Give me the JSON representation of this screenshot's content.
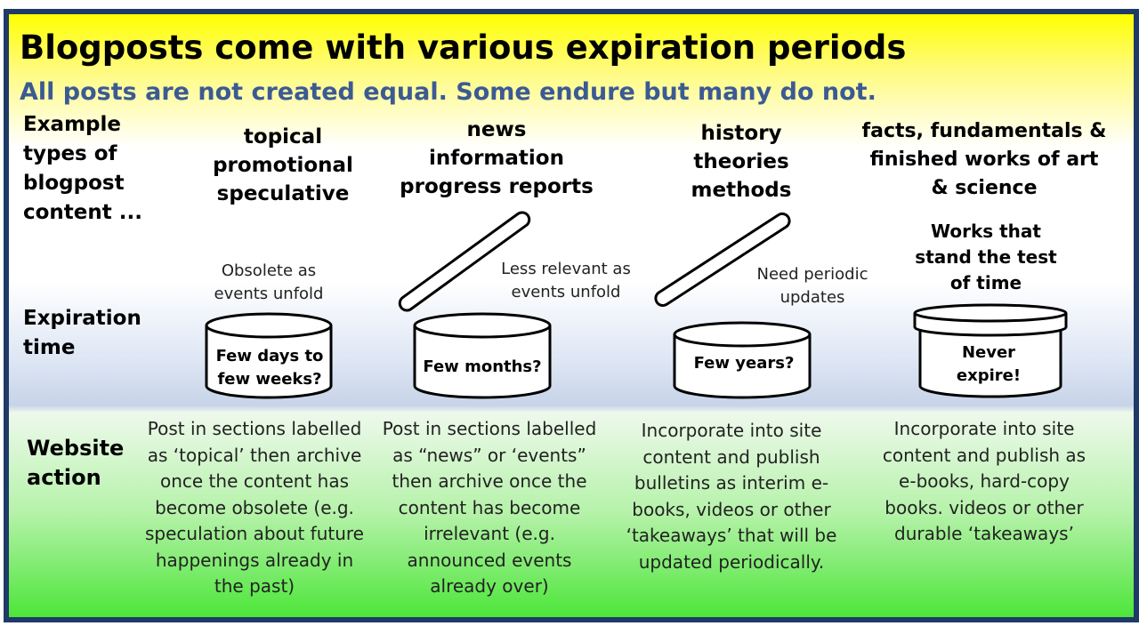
{
  "title": "Blogposts come with various expiration periods",
  "subtitle": "All posts are not created equal. Some endure but many do not.",
  "row_labels": {
    "types": [
      "Example",
      "types of",
      "blogpost",
      "content ..."
    ],
    "expiration": [
      "Expiration",
      "time"
    ],
    "action": [
      "Website",
      "action"
    ]
  },
  "columns": [
    {
      "category": [
        "topical",
        "promotional",
        "speculative"
      ],
      "note": [
        "Obsolete as",
        "events unfold"
      ],
      "expiry": [
        "Few days to",
        "few weeks?"
      ],
      "action": [
        "Post in sections labelled",
        "as ‘topical’ then archive",
        "once the content has",
        "become obsolete (e.g.",
        "speculation about future",
        "happenings already in",
        "the past)"
      ]
    },
    {
      "category": [
        "news",
        "information",
        "progress reports"
      ],
      "note": [
        "Less relevant as",
        "events unfold"
      ],
      "expiry": [
        "Few months?"
      ],
      "action": [
        "Post in sections labelled",
        "as “news” or ‘events”",
        "then archive once the",
        "content has become",
        "irrelevant (e.g.",
        "announced events",
        "already over)"
      ]
    },
    {
      "category": [
        "history",
        "theories",
        "methods"
      ],
      "note": [
        "Need periodic",
        "updates"
      ],
      "expiry": [
        "Few years?"
      ],
      "action": [
        "Incorporate into site",
        "content and publish",
        "bulletins as interim e-",
        "books, videos or other",
        "‘takeaways’ that will be",
        "updated periodically."
      ]
    },
    {
      "category": [
        "facts, fundamentals &",
        "finished works of art",
        "& science"
      ],
      "note": [
        "Works that",
        "stand the test",
        "of time"
      ],
      "expiry": [
        "Never",
        "expire!"
      ],
      "action": [
        "Incorporate into site",
        "content and publish as",
        "e-books, hard-copy",
        "books. videos or other",
        "durable ‘takeaways’"
      ]
    }
  ]
}
